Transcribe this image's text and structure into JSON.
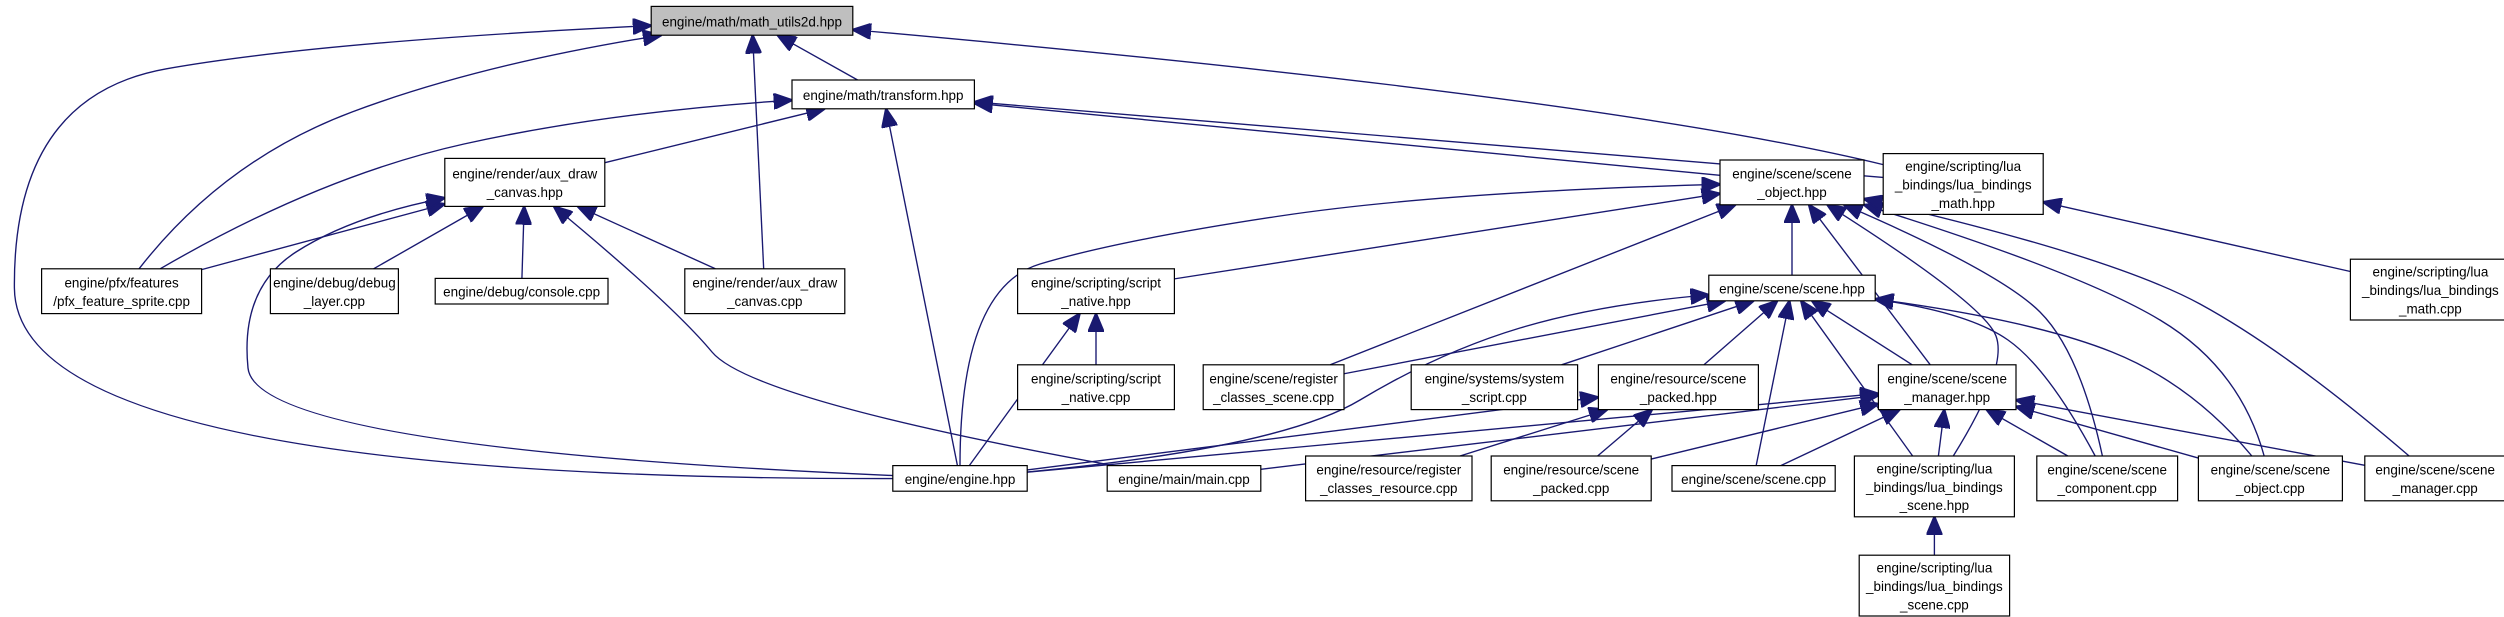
{
  "diagram": {
    "type": "include-dependency-graph",
    "colors": {
      "edge": "#191970",
      "node_border": "#000000",
      "node_fill": "#ffffff",
      "root_fill": "#bfbfbf"
    },
    "nodes": [
      {
        "id": "math_utils2d",
        "lines": [
          "engine/math/math_utils2d.hpp"
        ],
        "root": true
      },
      {
        "id": "transform",
        "lines": [
          "engine/math/transform.hpp"
        ]
      },
      {
        "id": "aux_draw_hpp",
        "lines": [
          "engine/render/aux_draw",
          "_canvas.hpp"
        ]
      },
      {
        "id": "scene_object_hpp",
        "lines": [
          "engine/scene/scene",
          "_object.hpp"
        ]
      },
      {
        "id": "lua_math_hpp",
        "lines": [
          "engine/scripting/lua",
          "_bindings/lua_bindings",
          "_math.hpp"
        ]
      },
      {
        "id": "pfx_feature_sprite",
        "lines": [
          "engine/pfx/features",
          "/pfx_feature_sprite.cpp"
        ]
      },
      {
        "id": "debug_layer",
        "lines": [
          "engine/debug/debug",
          "_layer.cpp"
        ]
      },
      {
        "id": "console",
        "lines": [
          "engine/debug/console.cpp"
        ]
      },
      {
        "id": "aux_draw_cpp",
        "lines": [
          "engine/render/aux_draw",
          "_canvas.cpp"
        ]
      },
      {
        "id": "script_native_hpp",
        "lines": [
          "engine/scripting/script",
          "_native.hpp"
        ]
      },
      {
        "id": "scene_hpp",
        "lines": [
          "engine/scene/scene.hpp"
        ]
      },
      {
        "id": "lua_math_cpp",
        "lines": [
          "engine/scripting/lua",
          "_bindings/lua_bindings",
          "_math.cpp"
        ]
      },
      {
        "id": "script_native_cpp",
        "lines": [
          "engine/scripting/script",
          "_native.cpp"
        ]
      },
      {
        "id": "register_classes_scene",
        "lines": [
          "engine/scene/register",
          "_classes_scene.cpp"
        ]
      },
      {
        "id": "system_script",
        "lines": [
          "engine/systems/system",
          "_script.cpp"
        ]
      },
      {
        "id": "scene_packed_hpp",
        "lines": [
          "engine/resource/scene",
          "_packed.hpp"
        ]
      },
      {
        "id": "scene_manager_hpp",
        "lines": [
          "engine/scene/scene",
          "_manager.hpp"
        ]
      },
      {
        "id": "engine_hpp",
        "lines": [
          "engine/engine.hpp"
        ]
      },
      {
        "id": "main_cpp",
        "lines": [
          "engine/main/main.cpp"
        ]
      },
      {
        "id": "register_classes_resource",
        "lines": [
          "engine/resource/register",
          "_classes_resource.cpp"
        ]
      },
      {
        "id": "scene_packed_cpp",
        "lines": [
          "engine/resource/scene",
          "_packed.cpp"
        ]
      },
      {
        "id": "scene_cpp",
        "lines": [
          "engine/scene/scene.cpp"
        ]
      },
      {
        "id": "lua_scene_hpp",
        "lines": [
          "engine/scripting/lua",
          "_bindings/lua_bindings",
          "_scene.hpp"
        ]
      },
      {
        "id": "scene_component_cpp",
        "lines": [
          "engine/scene/scene",
          "_component.cpp"
        ]
      },
      {
        "id": "scene_object_cpp",
        "lines": [
          "engine/scene/scene",
          "_object.cpp"
        ]
      },
      {
        "id": "scene_manager_cpp",
        "lines": [
          "engine/scene/scene",
          "_manager.cpp"
        ]
      },
      {
        "id": "lua_scene_cpp",
        "lines": [
          "engine/scripting/lua",
          "_bindings/lua_bindings",
          "_scene.cpp"
        ]
      }
    ],
    "edges": [
      [
        "transform",
        "math_utils2d"
      ],
      [
        "lua_math_hpp",
        "math_utils2d"
      ],
      [
        "pfx_feature_sprite",
        "math_utils2d"
      ],
      [
        "aux_draw_cpp",
        "math_utils2d"
      ],
      [
        "engine_hpp",
        "math_utils2d"
      ],
      [
        "aux_draw_hpp",
        "transform"
      ],
      [
        "scene_object_hpp",
        "transform"
      ],
      [
        "lua_math_hpp",
        "transform"
      ],
      [
        "pfx_feature_sprite",
        "transform"
      ],
      [
        "engine_hpp",
        "transform"
      ],
      [
        "pfx_feature_sprite",
        "aux_draw_hpp"
      ],
      [
        "debug_layer",
        "aux_draw_hpp"
      ],
      [
        "console",
        "aux_draw_hpp"
      ],
      [
        "aux_draw_cpp",
        "aux_draw_hpp"
      ],
      [
        "engine_hpp",
        "aux_draw_hpp"
      ],
      [
        "main_cpp",
        "aux_draw_hpp"
      ],
      [
        "script_native_hpp",
        "scene_object_hpp"
      ],
      [
        "scene_hpp",
        "scene_object_hpp"
      ],
      [
        "register_classes_scene",
        "scene_object_hpp"
      ],
      [
        "engine_hpp",
        "scene_object_hpp"
      ],
      [
        "scene_manager_hpp",
        "scene_object_hpp"
      ],
      [
        "lua_scene_hpp",
        "scene_object_hpp"
      ],
      [
        "scene_component_cpp",
        "scene_object_hpp"
      ],
      [
        "scene_object_cpp",
        "scene_object_hpp"
      ],
      [
        "scene_manager_cpp",
        "scene_object_hpp"
      ],
      [
        "lua_math_cpp",
        "lua_math_hpp"
      ],
      [
        "script_native_cpp",
        "script_native_hpp"
      ],
      [
        "engine_hpp",
        "script_native_hpp"
      ],
      [
        "register_classes_scene",
        "scene_hpp"
      ],
      [
        "system_script",
        "scene_hpp"
      ],
      [
        "scene_packed_hpp",
        "scene_hpp"
      ],
      [
        "scene_manager_hpp",
        "scene_hpp"
      ],
      [
        "engine_hpp",
        "scene_hpp"
      ],
      [
        "scene_cpp",
        "scene_hpp"
      ],
      [
        "lua_scene_hpp",
        "scene_hpp"
      ],
      [
        "scene_component_cpp",
        "scene_hpp"
      ],
      [
        "scene_object_cpp",
        "scene_hpp"
      ],
      [
        "engine_hpp",
        "scene_packed_hpp"
      ],
      [
        "register_classes_resource",
        "scene_packed_hpp"
      ],
      [
        "scene_packed_cpp",
        "scene_packed_hpp"
      ],
      [
        "engine_hpp",
        "scene_manager_hpp"
      ],
      [
        "main_cpp",
        "scene_manager_hpp"
      ],
      [
        "scene_packed_cpp",
        "scene_manager_hpp"
      ],
      [
        "scene_cpp",
        "scene_manager_hpp"
      ],
      [
        "lua_scene_hpp",
        "scene_manager_hpp"
      ],
      [
        "scene_component_cpp",
        "scene_manager_hpp"
      ],
      [
        "scene_object_cpp",
        "scene_manager_hpp"
      ],
      [
        "scene_manager_cpp",
        "scene_manager_hpp"
      ],
      [
        "lua_scene_cpp",
        "lua_scene_hpp"
      ]
    ]
  }
}
